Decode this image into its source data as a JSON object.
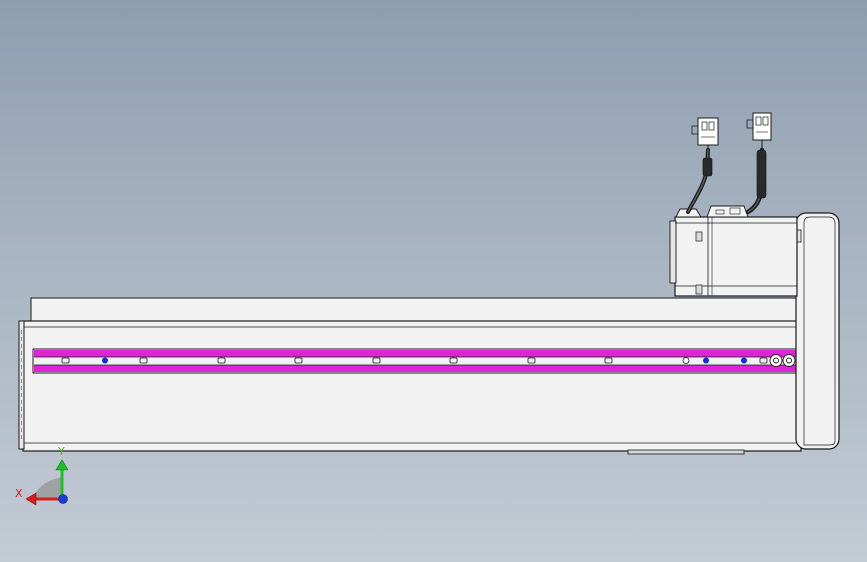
{
  "viewport": {
    "background_top": "#8d9db0",
    "background_bottom": "#c3cbd4"
  },
  "colors": {
    "body_fill": "#f2f2f2",
    "outline": "#1a1a1a",
    "slot_magenta": "#e023d8",
    "bolt_blue": "#1a2bd6"
  },
  "triad": {
    "x_label": "X",
    "y_label": "Y",
    "x_color": "#d81e1e",
    "y_color": "#1fbf2a",
    "z_color": "#1a3bd8"
  },
  "components": [
    "linear-actuator-body",
    "magenta-guide-slot",
    "servo-motor",
    "motor-end-cap",
    "motor-cables",
    "cable-connectors"
  ]
}
